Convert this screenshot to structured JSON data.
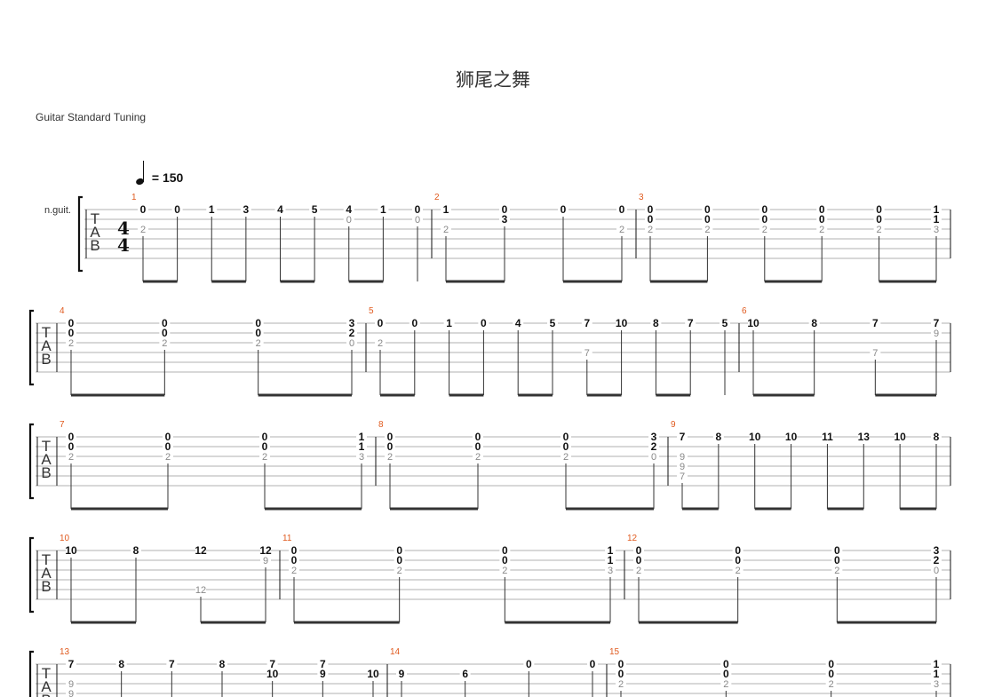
{
  "title": "狮尾之舞",
  "tuning": "Guitar Standard Tuning",
  "tempo": {
    "value": "= 150",
    "note_icon": "quarter-note-icon"
  },
  "instrument": "n.guit.",
  "time_signature": {
    "top": "4",
    "bottom": "4"
  },
  "tab_letters": [
    "T",
    "A",
    "B"
  ],
  "colors": {
    "measure_number": "#e05a1e",
    "notes": "#111111",
    "ghost": "#888888",
    "lines": "#999999"
  },
  "systems": [
    {
      "first": true,
      "measures": [
        {
          "number": "1",
          "notes": [
            {
              "s": 1,
              "t": "0"
            },
            {
              "s": 3,
              "t": "2",
              "ghost": true
            },
            {
              "s": 1,
              "t": "0"
            },
            {
              "s": 1,
              "t": "1"
            },
            {
              "s": 1,
              "t": "3"
            },
            {
              "s": 1,
              "t": "4"
            },
            {
              "s": 1,
              "t": "5"
            },
            {
              "s": 1,
              "t": "4"
            },
            {
              "s": 2,
              "t": "0",
              "ghost": true
            },
            {
              "s": 1,
              "t": "1"
            },
            {
              "s": 1,
              "t": "0"
            },
            {
              "s": 2,
              "t": "0",
              "ghost": true
            }
          ]
        },
        {
          "number": "2",
          "notes": [
            {
              "s": 1,
              "t": "1"
            },
            {
              "s": 3,
              "t": "2",
              "ghost": true
            },
            {
              "s": 1,
              "t": "0"
            },
            {
              "s": 2,
              "t": "3"
            },
            {
              "s": 1,
              "t": "0"
            },
            {
              "s": 1,
              "t": "0"
            },
            {
              "s": 3,
              "t": "2",
              "ghost": true
            }
          ]
        },
        {
          "number": "3",
          "notes": [
            {
              "s": 1,
              "t": "0"
            },
            {
              "s": 2,
              "t": "0"
            },
            {
              "s": 3,
              "t": "2",
              "ghost": true
            },
            {
              "s": 1,
              "t": "0"
            },
            {
              "s": 2,
              "t": "0"
            },
            {
              "s": 3,
              "t": "2",
              "ghost": true
            },
            {
              "s": 1,
              "t": "0"
            },
            {
              "s": 2,
              "t": "0"
            },
            {
              "s": 3,
              "t": "2",
              "ghost": true
            },
            {
              "s": 1,
              "t": "0"
            },
            {
              "s": 2,
              "t": "0"
            },
            {
              "s": 3,
              "t": "2",
              "ghost": true
            },
            {
              "s": 1,
              "t": "0"
            },
            {
              "s": 2,
              "t": "0"
            },
            {
              "s": 3,
              "t": "2",
              "ghost": true
            },
            {
              "s": 1,
              "t": "1"
            },
            {
              "s": 2,
              "t": "1"
            },
            {
              "s": 3,
              "t": "3",
              "ghost": true
            }
          ]
        }
      ]
    },
    {
      "measures": [
        {
          "number": "4",
          "notes": [
            {
              "s": 1,
              "t": "0"
            },
            {
              "s": 2,
              "t": "0"
            },
            {
              "s": 3,
              "t": "2",
              "ghost": true
            },
            {
              "s": 1,
              "t": "0"
            },
            {
              "s": 2,
              "t": "0"
            },
            {
              "s": 3,
              "t": "2",
              "ghost": true
            },
            {
              "s": 1,
              "t": "0"
            },
            {
              "s": 2,
              "t": "0"
            },
            {
              "s": 3,
              "t": "2",
              "ghost": true
            },
            {
              "s": 1,
              "t": "3"
            },
            {
              "s": 2,
              "t": "2"
            },
            {
              "s": 3,
              "t": "0",
              "ghost": true
            }
          ]
        },
        {
          "number": "5",
          "notes": [
            {
              "s": 1,
              "t": "0"
            },
            {
              "s": 3,
              "t": "2",
              "ghost": true
            },
            {
              "s": 1,
              "t": "0"
            },
            {
              "s": 1,
              "t": "1"
            },
            {
              "s": 1,
              "t": "0"
            },
            {
              "s": 1,
              "t": "4"
            },
            {
              "s": 1,
              "t": "5"
            },
            {
              "s": 1,
              "t": "7"
            },
            {
              "s": 4,
              "t": "7",
              "ghost": true
            },
            {
              "s": 1,
              "t": "10"
            },
            {
              "s": 1,
              "t": "8"
            },
            {
              "s": 1,
              "t": "7"
            },
            {
              "s": 1,
              "t": "5"
            }
          ]
        },
        {
          "number": "6",
          "notes": [
            {
              "s": 1,
              "t": "10"
            },
            {
              "s": 1,
              "t": "8"
            },
            {
              "s": 1,
              "t": "7"
            },
            {
              "s": 4,
              "t": "7",
              "ghost": true
            },
            {
              "s": 1,
              "t": "7"
            },
            {
              "s": 2,
              "t": "9",
              "ghost": true
            }
          ]
        }
      ]
    },
    {
      "measures": [
        {
          "number": "7",
          "notes": [
            {
              "s": 1,
              "t": "0"
            },
            {
              "s": 2,
              "t": "0"
            },
            {
              "s": 3,
              "t": "2",
              "ghost": true
            },
            {
              "s": 1,
              "t": "0"
            },
            {
              "s": 2,
              "t": "0"
            },
            {
              "s": 3,
              "t": "2",
              "ghost": true
            },
            {
              "s": 1,
              "t": "0"
            },
            {
              "s": 2,
              "t": "0"
            },
            {
              "s": 3,
              "t": "2",
              "ghost": true
            },
            {
              "s": 1,
              "t": "1"
            },
            {
              "s": 2,
              "t": "1"
            },
            {
              "s": 3,
              "t": "3",
              "ghost": true
            }
          ]
        },
        {
          "number": "8",
          "notes": [
            {
              "s": 1,
              "t": "0"
            },
            {
              "s": 2,
              "t": "0"
            },
            {
              "s": 3,
              "t": "2",
              "ghost": true
            },
            {
              "s": 1,
              "t": "0"
            },
            {
              "s": 2,
              "t": "0"
            },
            {
              "s": 3,
              "t": "2",
              "ghost": true
            },
            {
              "s": 1,
              "t": "0"
            },
            {
              "s": 2,
              "t": "0"
            },
            {
              "s": 3,
              "t": "2",
              "ghost": true
            },
            {
              "s": 1,
              "t": "3"
            },
            {
              "s": 2,
              "t": "2"
            },
            {
              "s": 3,
              "t": "0",
              "ghost": true
            }
          ]
        },
        {
          "number": "9",
          "notes": [
            {
              "s": 1,
              "t": "7"
            },
            {
              "s": 3,
              "t": "9",
              "ghost": true
            },
            {
              "s": 4,
              "t": "9",
              "ghost": true
            },
            {
              "s": 5,
              "t": "7",
              "ghost": true
            },
            {
              "s": 1,
              "t": "8"
            },
            {
              "s": 1,
              "t": "10"
            },
            {
              "s": 1,
              "t": "10"
            },
            {
              "s": 1,
              "t": "11"
            },
            {
              "s": 1,
              "t": "13"
            },
            {
              "s": 1,
              "t": "10"
            },
            {
              "s": 1,
              "t": "8"
            }
          ]
        }
      ]
    },
    {
      "measures": [
        {
          "number": "10",
          "notes": [
            {
              "s": 1,
              "t": "10"
            },
            {
              "s": 1,
              "t": "8"
            },
            {
              "s": 1,
              "t": "12"
            },
            {
              "s": 5,
              "t": "12",
              "ghost": true
            },
            {
              "s": 1,
              "t": "12"
            },
            {
              "s": 2,
              "t": "9",
              "ghost": true
            }
          ]
        },
        {
          "number": "11",
          "notes": [
            {
              "s": 1,
              "t": "0"
            },
            {
              "s": 2,
              "t": "0"
            },
            {
              "s": 3,
              "t": "2",
              "ghost": true
            },
            {
              "s": 1,
              "t": "0"
            },
            {
              "s": 2,
              "t": "0"
            },
            {
              "s": 3,
              "t": "2",
              "ghost": true
            },
            {
              "s": 1,
              "t": "0"
            },
            {
              "s": 2,
              "t": "0"
            },
            {
              "s": 3,
              "t": "2",
              "ghost": true
            },
            {
              "s": 1,
              "t": "1"
            },
            {
              "s": 2,
              "t": "1"
            },
            {
              "s": 3,
              "t": "3",
              "ghost": true
            }
          ]
        },
        {
          "number": "12",
          "notes": [
            {
              "s": 1,
              "t": "0"
            },
            {
              "s": 2,
              "t": "0"
            },
            {
              "s": 3,
              "t": "2",
              "ghost": true
            },
            {
              "s": 1,
              "t": "0"
            },
            {
              "s": 2,
              "t": "0"
            },
            {
              "s": 3,
              "t": "2",
              "ghost": true
            },
            {
              "s": 1,
              "t": "0"
            },
            {
              "s": 2,
              "t": "0"
            },
            {
              "s": 3,
              "t": "2",
              "ghost": true
            },
            {
              "s": 1,
              "t": "3"
            },
            {
              "s": 2,
              "t": "2"
            },
            {
              "s": 3,
              "t": "0",
              "ghost": true
            }
          ]
        }
      ]
    },
    {
      "measures": [
        {
          "number": "13",
          "notes": [
            {
              "s": 1,
              "t": "7"
            },
            {
              "s": 3,
              "t": "9",
              "ghost": true
            },
            {
              "s": 4,
              "t": "9",
              "ghost": true
            },
            {
              "s": 1,
              "t": "8"
            },
            {
              "s": 1,
              "t": "7"
            },
            {
              "s": 1,
              "t": "8"
            },
            {
              "s": 1,
              "t": "7"
            },
            {
              "s": 2,
              "t": "10"
            },
            {
              "s": 1,
              "t": "7"
            },
            {
              "s": 2,
              "t": "9"
            },
            {
              "s": 2,
              "t": "10"
            }
          ]
        },
        {
          "number": "14",
          "notes": [
            {
              "s": 2,
              "t": "9"
            },
            {
              "s": 2,
              "t": "6"
            },
            {
              "s": 1,
              "t": "0"
            },
            {
              "s": 1,
              "t": "0"
            }
          ]
        },
        {
          "number": "15",
          "notes": [
            {
              "s": 1,
              "t": "0"
            },
            {
              "s": 2,
              "t": "0"
            },
            {
              "s": 3,
              "t": "2",
              "ghost": true
            },
            {
              "s": 1,
              "t": "0"
            },
            {
              "s": 2,
              "t": "0"
            },
            {
              "s": 3,
              "t": "2",
              "ghost": true
            },
            {
              "s": 1,
              "t": "0"
            },
            {
              "s": 2,
              "t": "0"
            },
            {
              "s": 3,
              "t": "2",
              "ghost": true
            },
            {
              "s": 1,
              "t": "1"
            },
            {
              "s": 2,
              "t": "1"
            },
            {
              "s": 3,
              "t": "3",
              "ghost": true
            }
          ]
        }
      ]
    }
  ]
}
